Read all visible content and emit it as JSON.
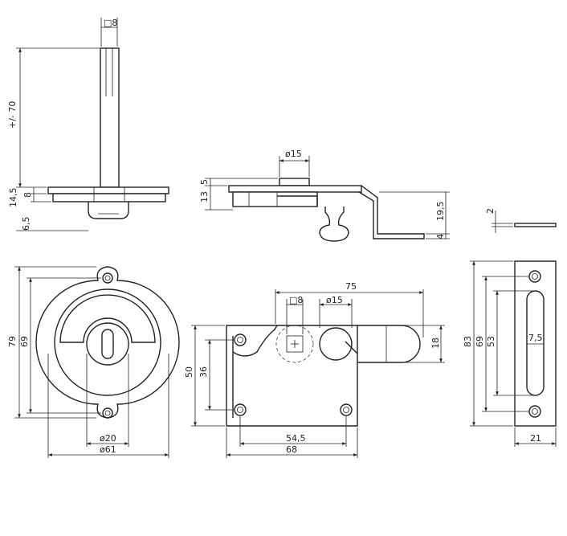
{
  "dims": {
    "side_sq8": "□8",
    "side_70": "+/- 70",
    "side_8": "8",
    "side_145": "14,5",
    "side_65": "6,5",
    "mid_d15": "ø15",
    "mid_5": "5",
    "mid_13": "13",
    "mid_195": "19,5",
    "mid_4": "4",
    "plate_2": "2",
    "f_79": "79",
    "f_69": "69",
    "f_d20": "ø20",
    "f_d61": "ø61",
    "l_75": "75",
    "l_sq8": "□8",
    "l_d15": "ø15",
    "l_18": "18",
    "l_50": "50",
    "l_36": "36",
    "l_545": "54,5",
    "l_68": "68",
    "k_83": "83",
    "k_69": "69",
    "k_53": "53",
    "k_75": "7,5",
    "k_21": "21"
  }
}
